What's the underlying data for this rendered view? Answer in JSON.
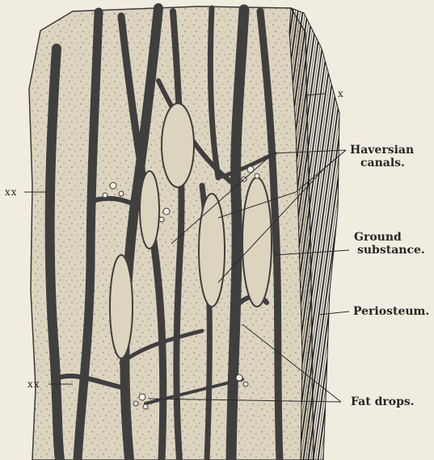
{
  "figure": {
    "colors": {
      "background": "#f1ece0",
      "ground_substance": "#ddd4c0",
      "canal_walls": "#3f3f3f",
      "periosteum": "#2a2a2a",
      "stipple": "#6f6a5e",
      "leader_lines": "#2b2b2b"
    }
  },
  "labels": {
    "haversian_line1": "Haversian",
    "haversian_line2": "canals.",
    "ground_line1": "Ground",
    "ground_line2": "substance.",
    "periosteum": "Periosteum.",
    "fat_drops": "Fat drops.",
    "x_mark": "x",
    "xx_upper": "xx",
    "xx_lower": "xx"
  }
}
